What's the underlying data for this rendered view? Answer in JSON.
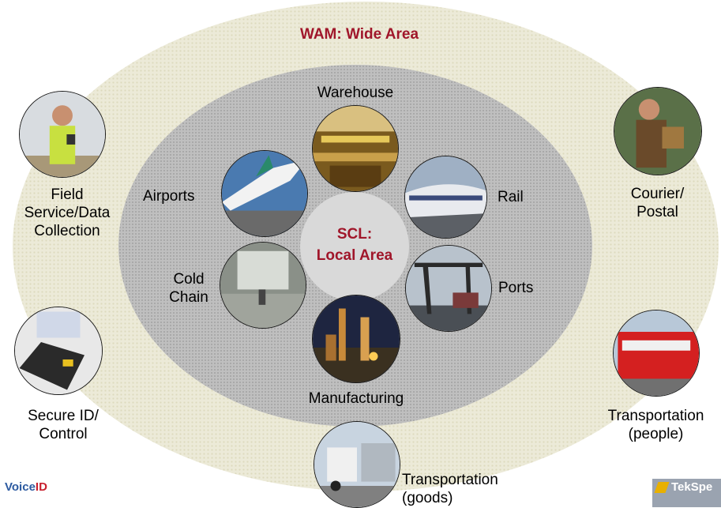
{
  "title": "WAM: Wide Area",
  "center_label": "SCL:\nLocal Area",
  "local_nodes": [
    {
      "label": "Warehouse",
      "icon": "warehouse-photo"
    },
    {
      "label": "Rail",
      "icon": "train-photo"
    },
    {
      "label": "Ports",
      "icon": "port-crane-photo"
    },
    {
      "label": "Manufacturing",
      "icon": "factory-photo"
    },
    {
      "label": "Cold\nChain",
      "icon": "cold-storage-photo"
    },
    {
      "label": "Airports",
      "icon": "airplane-photo"
    }
  ],
  "wide_nodes": [
    {
      "label": "Field\nService/Data\nCollection",
      "icon": "field-worker-photo"
    },
    {
      "label": "Secure ID/\nControl",
      "icon": "id-scanner-photo"
    },
    {
      "label": "Transportation\n(goods)",
      "icon": "truck-photo"
    },
    {
      "label": "Transportation\n(people)",
      "icon": "passenger-train-photo"
    },
    {
      "label": "Courier/\nPostal",
      "icon": "courier-photo"
    }
  ],
  "logos": {
    "left": "Voice",
    "left_accent": "ID",
    "right": "TekSpe"
  }
}
